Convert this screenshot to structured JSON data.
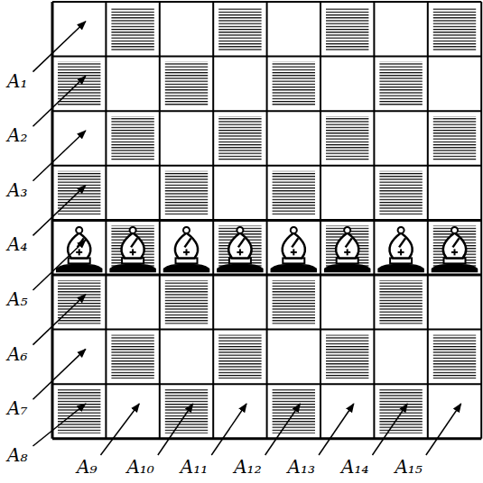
{
  "diagram": {
    "labels": [
      "A₁",
      "A₂",
      "A₃",
      "A₄",
      "A₅",
      "A₆",
      "A₇",
      "A₈",
      "A₉",
      "A₁₀",
      "A₁₁",
      "A₁₂",
      "A₁₃",
      "A₁₄",
      "A₁₅"
    ]
  }
}
